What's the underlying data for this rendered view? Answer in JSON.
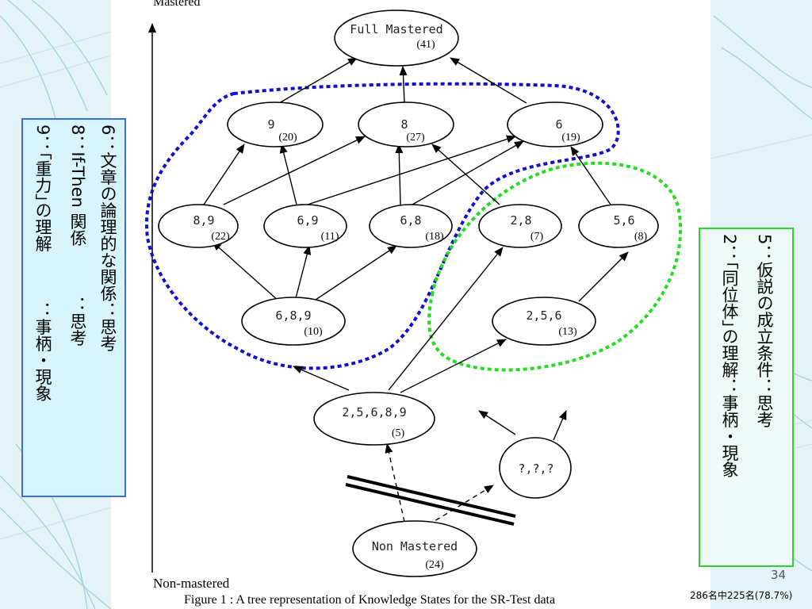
{
  "axis": {
    "top_label": "Mastered",
    "bottom_label": "Non-mastered"
  },
  "caption": "Figure 1 : A tree representation of Knowledge States for the SR-Test data",
  "page_number": "34",
  "footnote": "286名中225名(78.7%)",
  "legend_left": {
    "line6": "6：文章の論理的な関係：思考",
    "line8": "8：If-Then 関係　　　：思考",
    "line9": "9：｢重力｣の理解　　　：事柄・現象"
  },
  "legend_right": {
    "line5": "5：仮説の成立条件：思考",
    "line2": "2：｢同位体｣の理解：事柄・現象"
  },
  "nodes": {
    "full": {
      "label": "Full Mastered",
      "count": "(41)"
    },
    "n9": {
      "label": "9",
      "count": "(20)"
    },
    "n8": {
      "label": "8",
      "count": "(27)"
    },
    "n6": {
      "label": "6",
      "count": "(19)"
    },
    "n89": {
      "label": "8,9",
      "count": "(22)"
    },
    "n69": {
      "label": "6,9",
      "count": "(11)"
    },
    "n68": {
      "label": "6,8",
      "count": "(18)"
    },
    "n28": {
      "label": "2,8",
      "count": "(7)"
    },
    "n56": {
      "label": "5,6",
      "count": "(8)"
    },
    "n689": {
      "label": "6,8,9",
      "count": "(10)"
    },
    "n256": {
      "label": "2,5,6",
      "count": "(13)"
    },
    "n25689": {
      "label": "2,5,6,8,9",
      "count": "(5)"
    },
    "unknown": {
      "label": "?,?,?"
    },
    "none": {
      "label": "Non Mastered",
      "count": "(24)"
    }
  },
  "colors": {
    "blue_group": "#1010c8",
    "green_group": "#22dd22",
    "left_border": "#3a6fd8",
    "right_border": "#33cc33"
  }
}
